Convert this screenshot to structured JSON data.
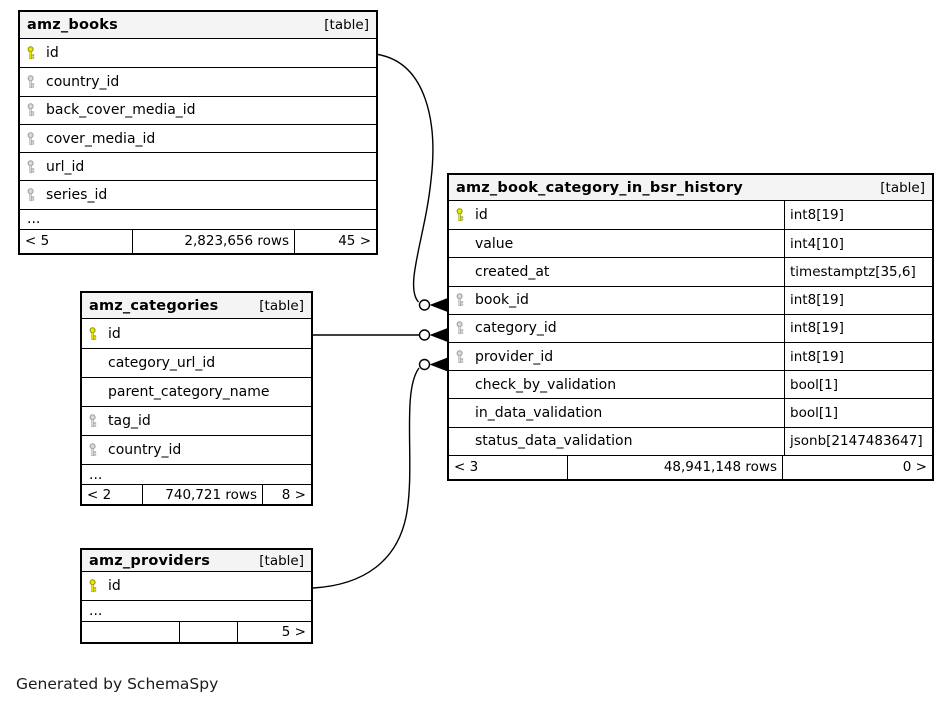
{
  "note": "Generated by SchemaSpy",
  "colors": {
    "header_bg": "#f4f4f4",
    "border": "#000000",
    "primary_key_fill": "#e8e800",
    "primary_key_stroke": "#8f8f00",
    "foreign_key_fill": "#d9d9d9",
    "foreign_key_stroke": "#9a9a9a"
  },
  "key_icons": {
    "primary": "yellow-key-icon",
    "foreign": "gray-key-icon"
  },
  "tables": [
    {
      "name": "amz_books",
      "badge": "[table]",
      "columns": [
        {
          "name": "id",
          "key": "primary",
          "type": ""
        },
        {
          "name": "country_id",
          "key": "foreign",
          "type": ""
        },
        {
          "name": "back_cover_media_id",
          "key": "foreign",
          "type": ""
        },
        {
          "name": "cover_media_id",
          "key": "foreign",
          "type": ""
        },
        {
          "name": "url_id",
          "key": "foreign",
          "type": ""
        },
        {
          "name": "series_id",
          "key": "foreign",
          "type": ""
        }
      ],
      "ellipsis": "...",
      "footer": {
        "prev": "< 5",
        "rows": "2,823,656 rows",
        "next": "45 >"
      }
    },
    {
      "name": "amz_book_category_in_bsr_history",
      "badge": "[table]",
      "columns": [
        {
          "name": "id",
          "key": "primary",
          "type": "int8[19]"
        },
        {
          "name": "value",
          "key": null,
          "type": "int4[10]"
        },
        {
          "name": "created_at",
          "key": null,
          "type": "timestamptz[35,6]"
        },
        {
          "name": "book_id",
          "key": "foreign",
          "type": "int8[19]"
        },
        {
          "name": "category_id",
          "key": "foreign",
          "type": "int8[19]"
        },
        {
          "name": "provider_id",
          "key": "foreign",
          "type": "int8[19]"
        },
        {
          "name": "check_by_validation",
          "key": null,
          "type": "bool[1]"
        },
        {
          "name": "in_data_validation",
          "key": null,
          "type": "bool[1]"
        },
        {
          "name": "status_data_validation",
          "key": null,
          "type": "jsonb[2147483647]"
        }
      ],
      "ellipsis": null,
      "footer": {
        "prev": "< 3",
        "rows": "48,941,148 rows",
        "next": "0 >"
      }
    },
    {
      "name": "amz_categories",
      "badge": "[table]",
      "columns": [
        {
          "name": "id",
          "key": "primary",
          "type": ""
        },
        {
          "name": "category_url_id",
          "key": null,
          "type": ""
        },
        {
          "name": "parent_category_name",
          "key": null,
          "type": ""
        },
        {
          "name": "tag_id",
          "key": "foreign",
          "type": ""
        },
        {
          "name": "country_id",
          "key": "foreign",
          "type": ""
        }
      ],
      "ellipsis": "...",
      "footer": {
        "prev": "< 2",
        "rows": "740,721 rows",
        "next": "8 >"
      }
    },
    {
      "name": "amz_providers",
      "badge": "[table]",
      "columns": [
        {
          "name": "id",
          "key": "primary",
          "type": ""
        }
      ],
      "ellipsis": "...",
      "footer": {
        "prev": "",
        "rows": "",
        "next": "5 >"
      }
    }
  ],
  "relationships": [
    {
      "from": "amz_books.id",
      "to": "amz_book_category_in_bsr_history.book_id"
    },
    {
      "from": "amz_categories.id",
      "to": "amz_book_category_in_bsr_history.category_id"
    },
    {
      "from": "amz_providers.id",
      "to": "amz_book_category_in_bsr_history.provider_id"
    }
  ]
}
